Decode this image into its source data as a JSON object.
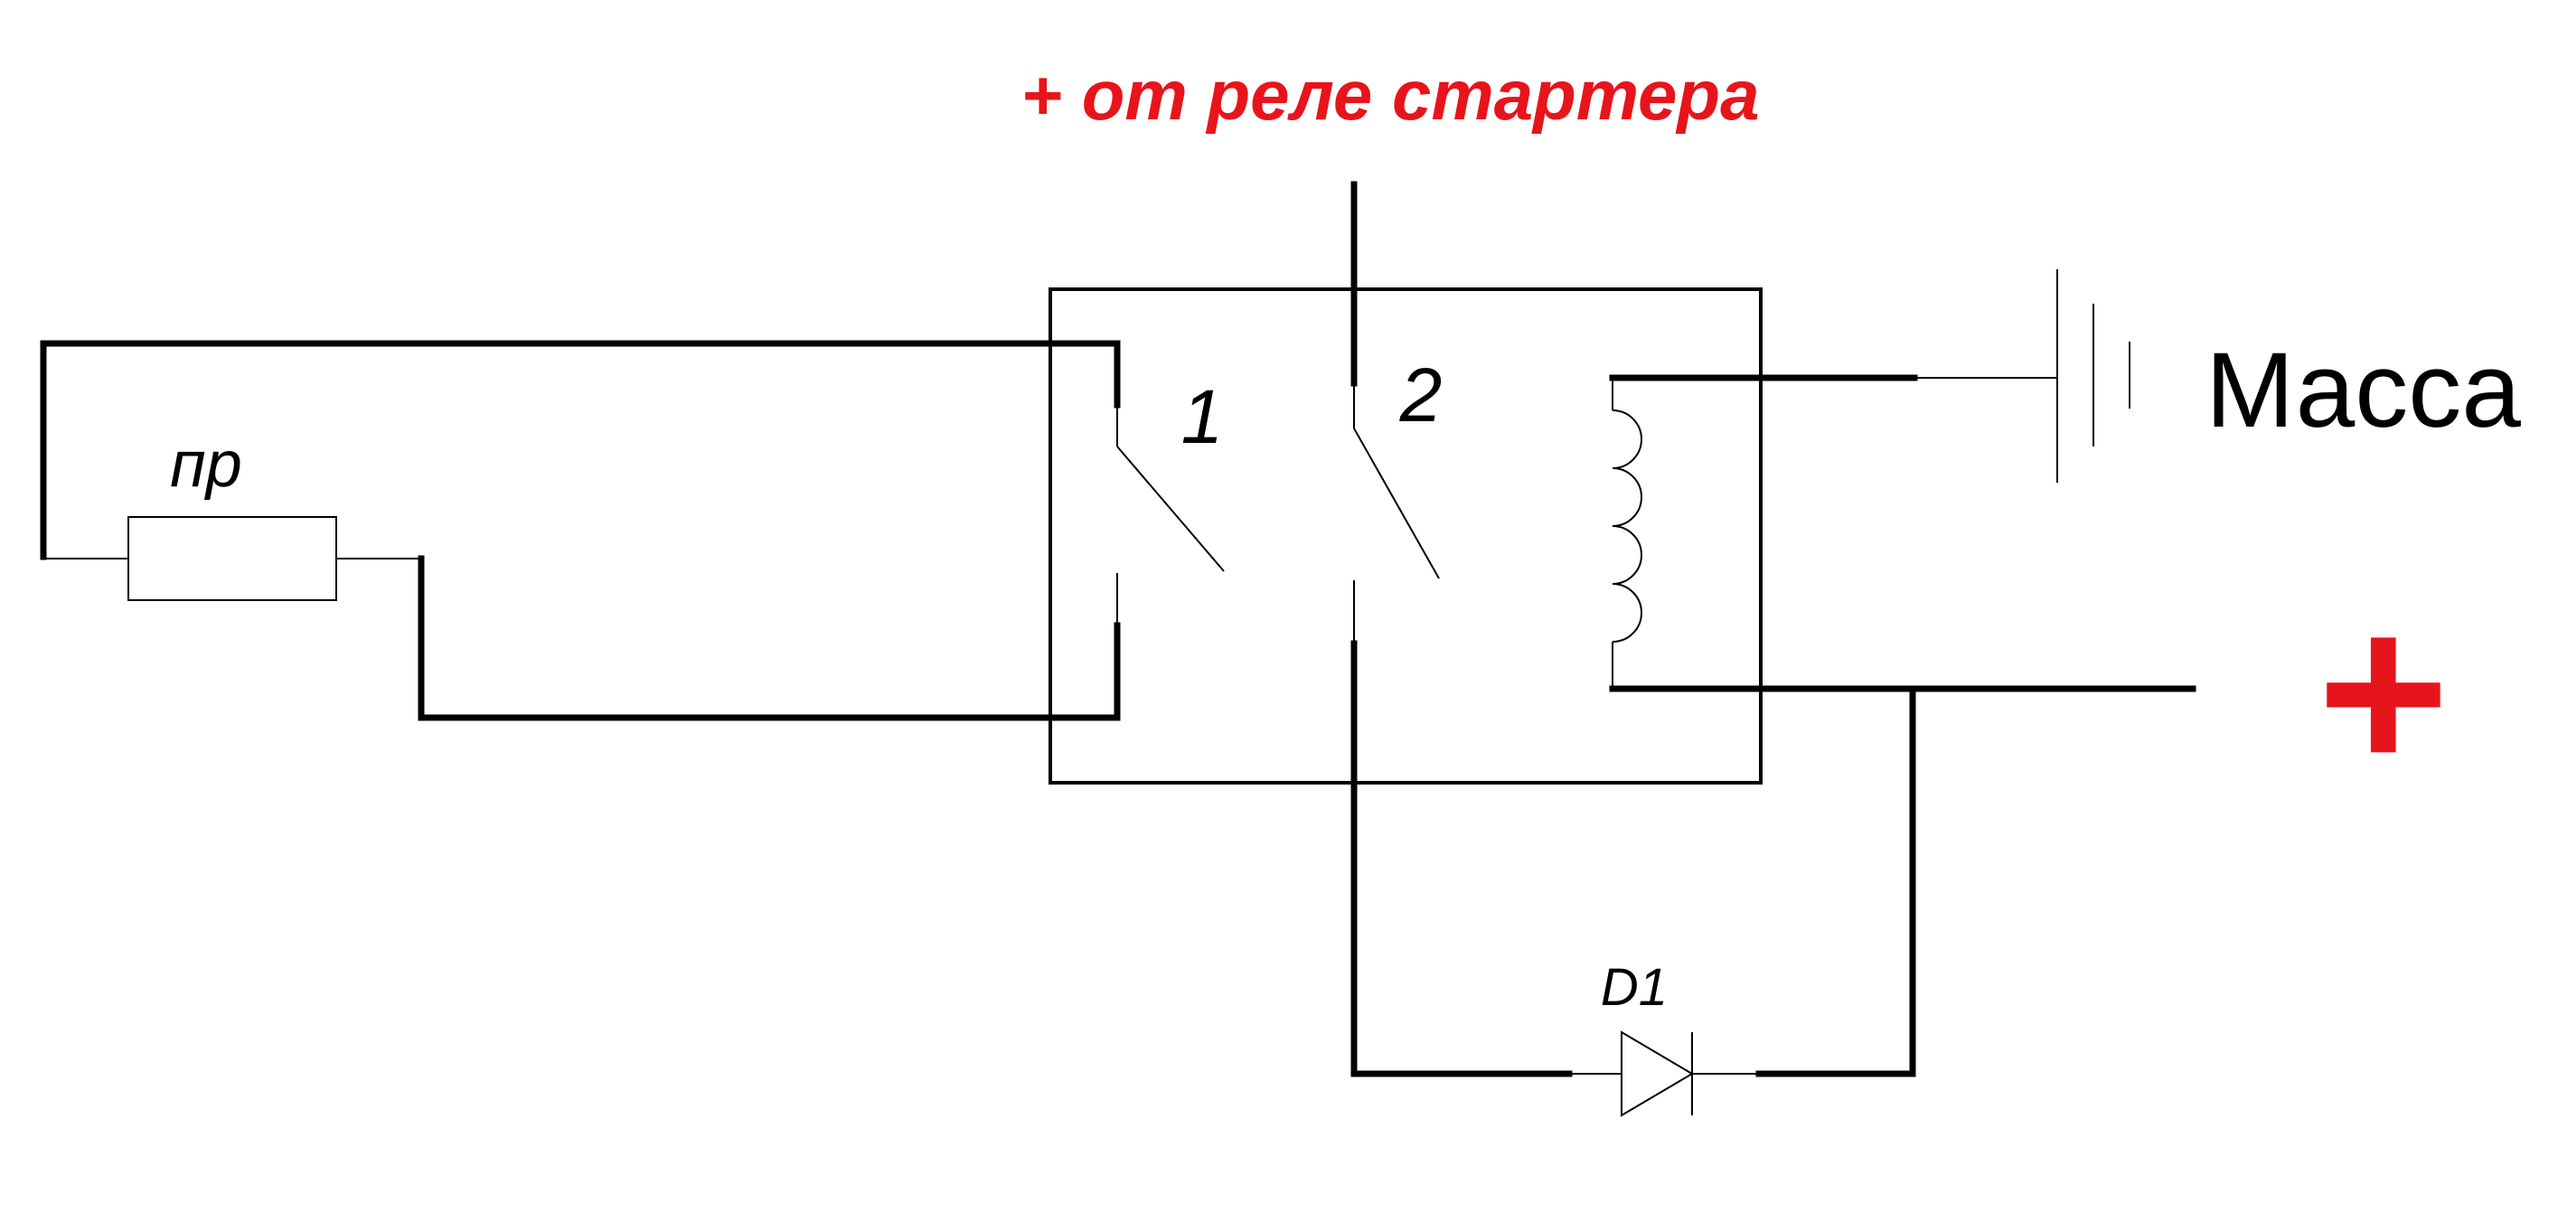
{
  "labels": {
    "starter_relay": "+ от реле стартера",
    "contact_1": "1",
    "contact_2": "2",
    "fuse": "пр",
    "ground": "Масса",
    "plus": "+",
    "diode": "D1"
  },
  "colors": {
    "accent_red": "#e8141b",
    "line": "#000000",
    "background": "#ffffff"
  }
}
